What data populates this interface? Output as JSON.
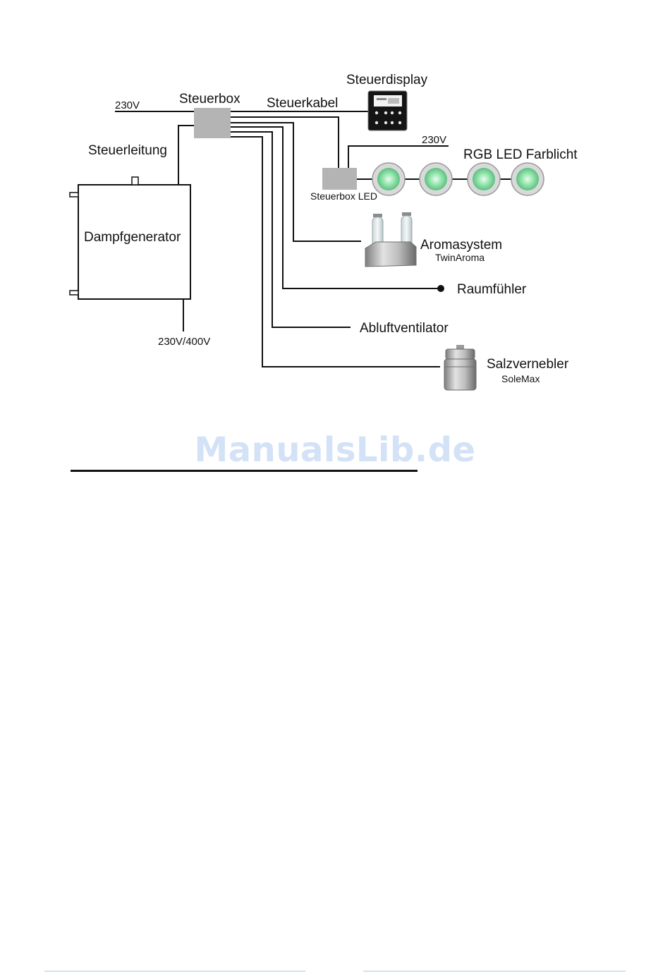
{
  "diagram": {
    "power_steuerbox": "230V",
    "steuerbox": "Steuerbox",
    "steuerkabel": "Steuerkabel",
    "steuerdisplay": "Steuerdisplay",
    "steuerleitung": "Steuerleitung",
    "dampfgenerator": "Dampfgenerator",
    "power_generator": "230V/400V",
    "power_led": "230V",
    "rgb_led": "RGB LED Farblicht",
    "steuerbox_led": "Steuerbox LED",
    "aromasystem": "Aromasystem",
    "aromasystem_model": "TwinAroma",
    "raumfuehler": "Raumfühler",
    "abluftventilator": "Abluftventilator",
    "salzvernebler": "Salzvernebler",
    "salzvernebler_model": "SoleMax"
  },
  "watermark": "ManualsLib.de",
  "colors": {
    "watermark": "#d3e2f7",
    "box_grey": "#b4b4b4",
    "led_green": "#8fe3a8",
    "footer_line": "#cfe3f3"
  }
}
